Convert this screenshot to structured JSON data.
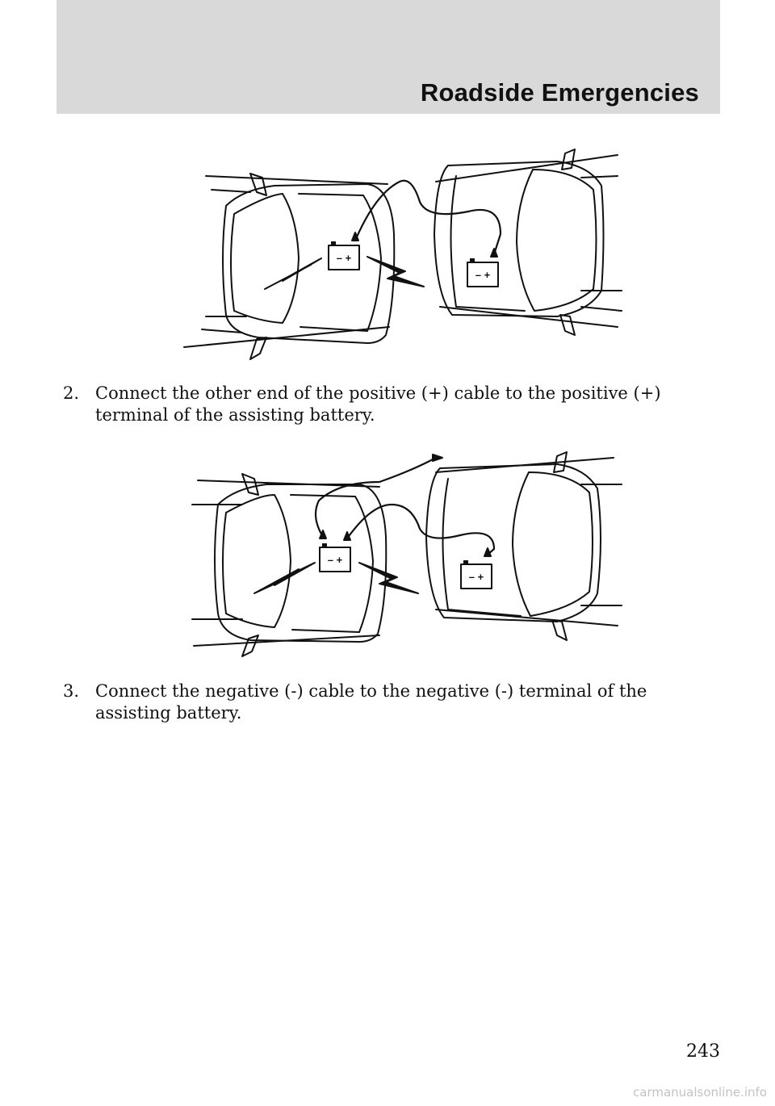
{
  "header": {
    "section_title": "Roadside Emergencies"
  },
  "figure1": {
    "battery_left_label": "– +",
    "battery_right_label": "– +"
  },
  "steps": [
    {
      "number": "2.",
      "text": "Connect the other end of the positive (+) cable to the positive (+) terminal of the assisting battery."
    },
    {
      "number": "3.",
      "text": "Connect the negative (-) cable to the negative (-) terminal of the assisting battery."
    }
  ],
  "figure2": {
    "battery_left_label": "– +",
    "battery_right_label": "– +"
  },
  "footer": {
    "page_number": "243",
    "watermark": "carmanualsonline.info"
  }
}
